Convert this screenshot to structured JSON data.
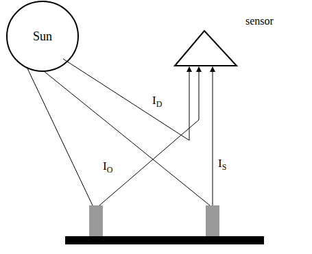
{
  "diagram": {
    "nodes": [
      {
        "text": [
          "Sun"
        ]
      },
      {
        "text": [
          "sensor"
        ]
      }
    ],
    "labels": [
      "ID",
      "IO",
      "IS"
    ]
  }
}
